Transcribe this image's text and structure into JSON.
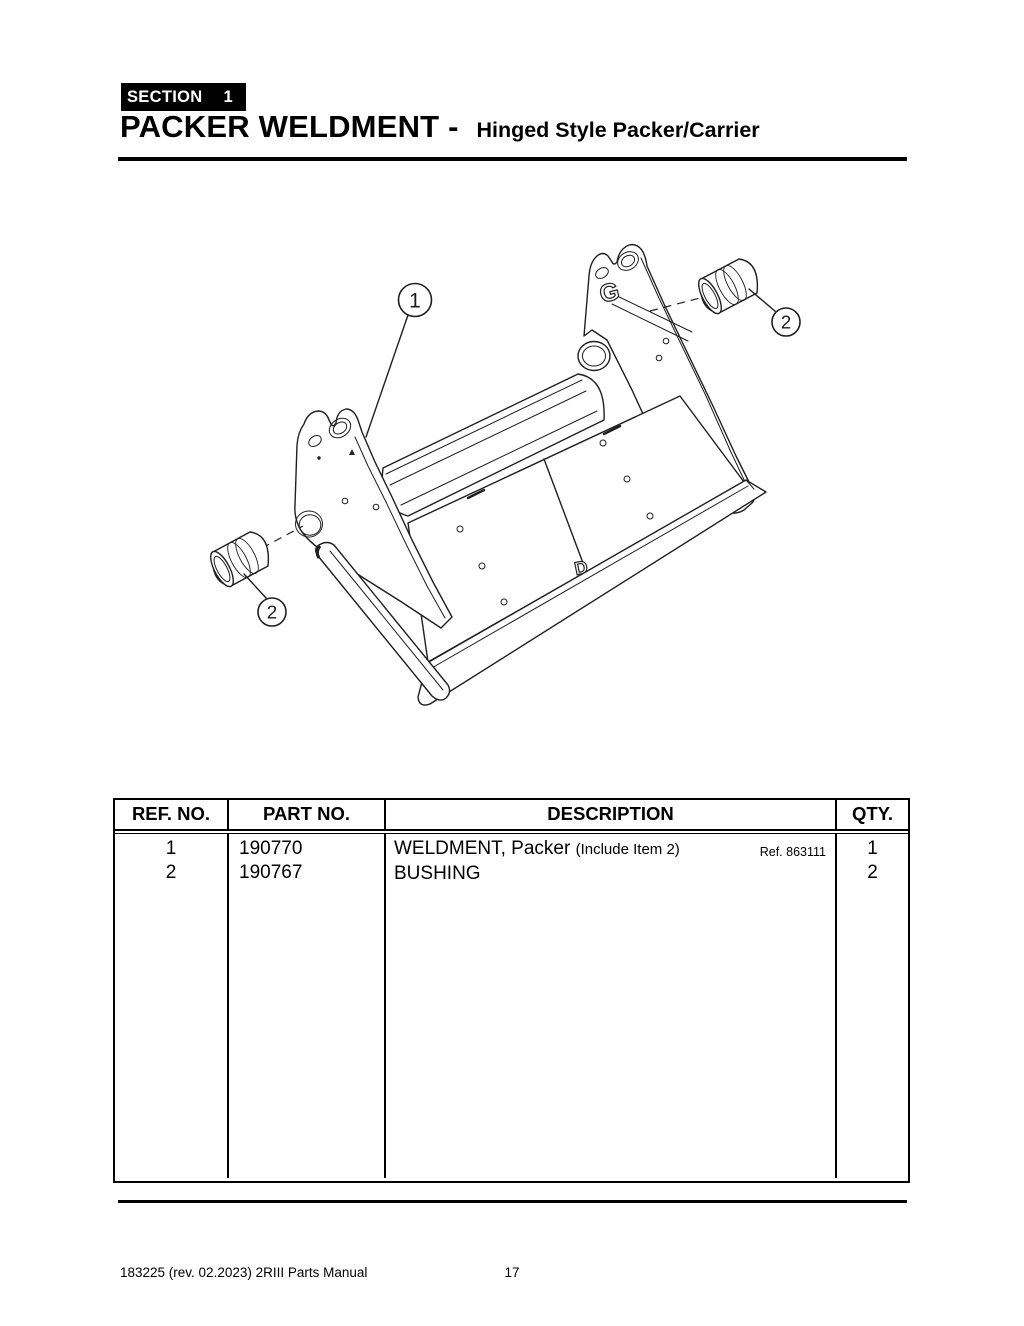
{
  "header": {
    "section_label": "SECTION",
    "section_number": "1",
    "title_main": "PACKER WELDMENT - ",
    "title_sub": "Hinged Style Packer/Carrier"
  },
  "diagram": {
    "callout_1": "1",
    "callout_2_right": "2",
    "callout_2_left": "2",
    "mark_g": "G",
    "mark_d": "D"
  },
  "table": {
    "headers": [
      "REF. NO.",
      "PART NO.",
      "DESCRIPTION",
      "QTY."
    ],
    "rows": [
      {
        "ref": "1",
        "part": "190770",
        "desc_main": "WELDMENT, Packer",
        "desc_note": "(Include Item 2)",
        "desc_ref": "Ref. 863111",
        "qty": "1"
      },
      {
        "ref": "2",
        "part": "190767",
        "desc_main": "BUSHING",
        "desc_note": "",
        "desc_ref": "",
        "qty": "2"
      }
    ]
  },
  "footer": {
    "doc_info": "183225  (rev. 02.2023) 2RIII Parts Manual",
    "page_number": "17"
  },
  "colors": {
    "badge_bg": "#000000",
    "text": "#000000",
    "line": "#1f1f1f"
  }
}
